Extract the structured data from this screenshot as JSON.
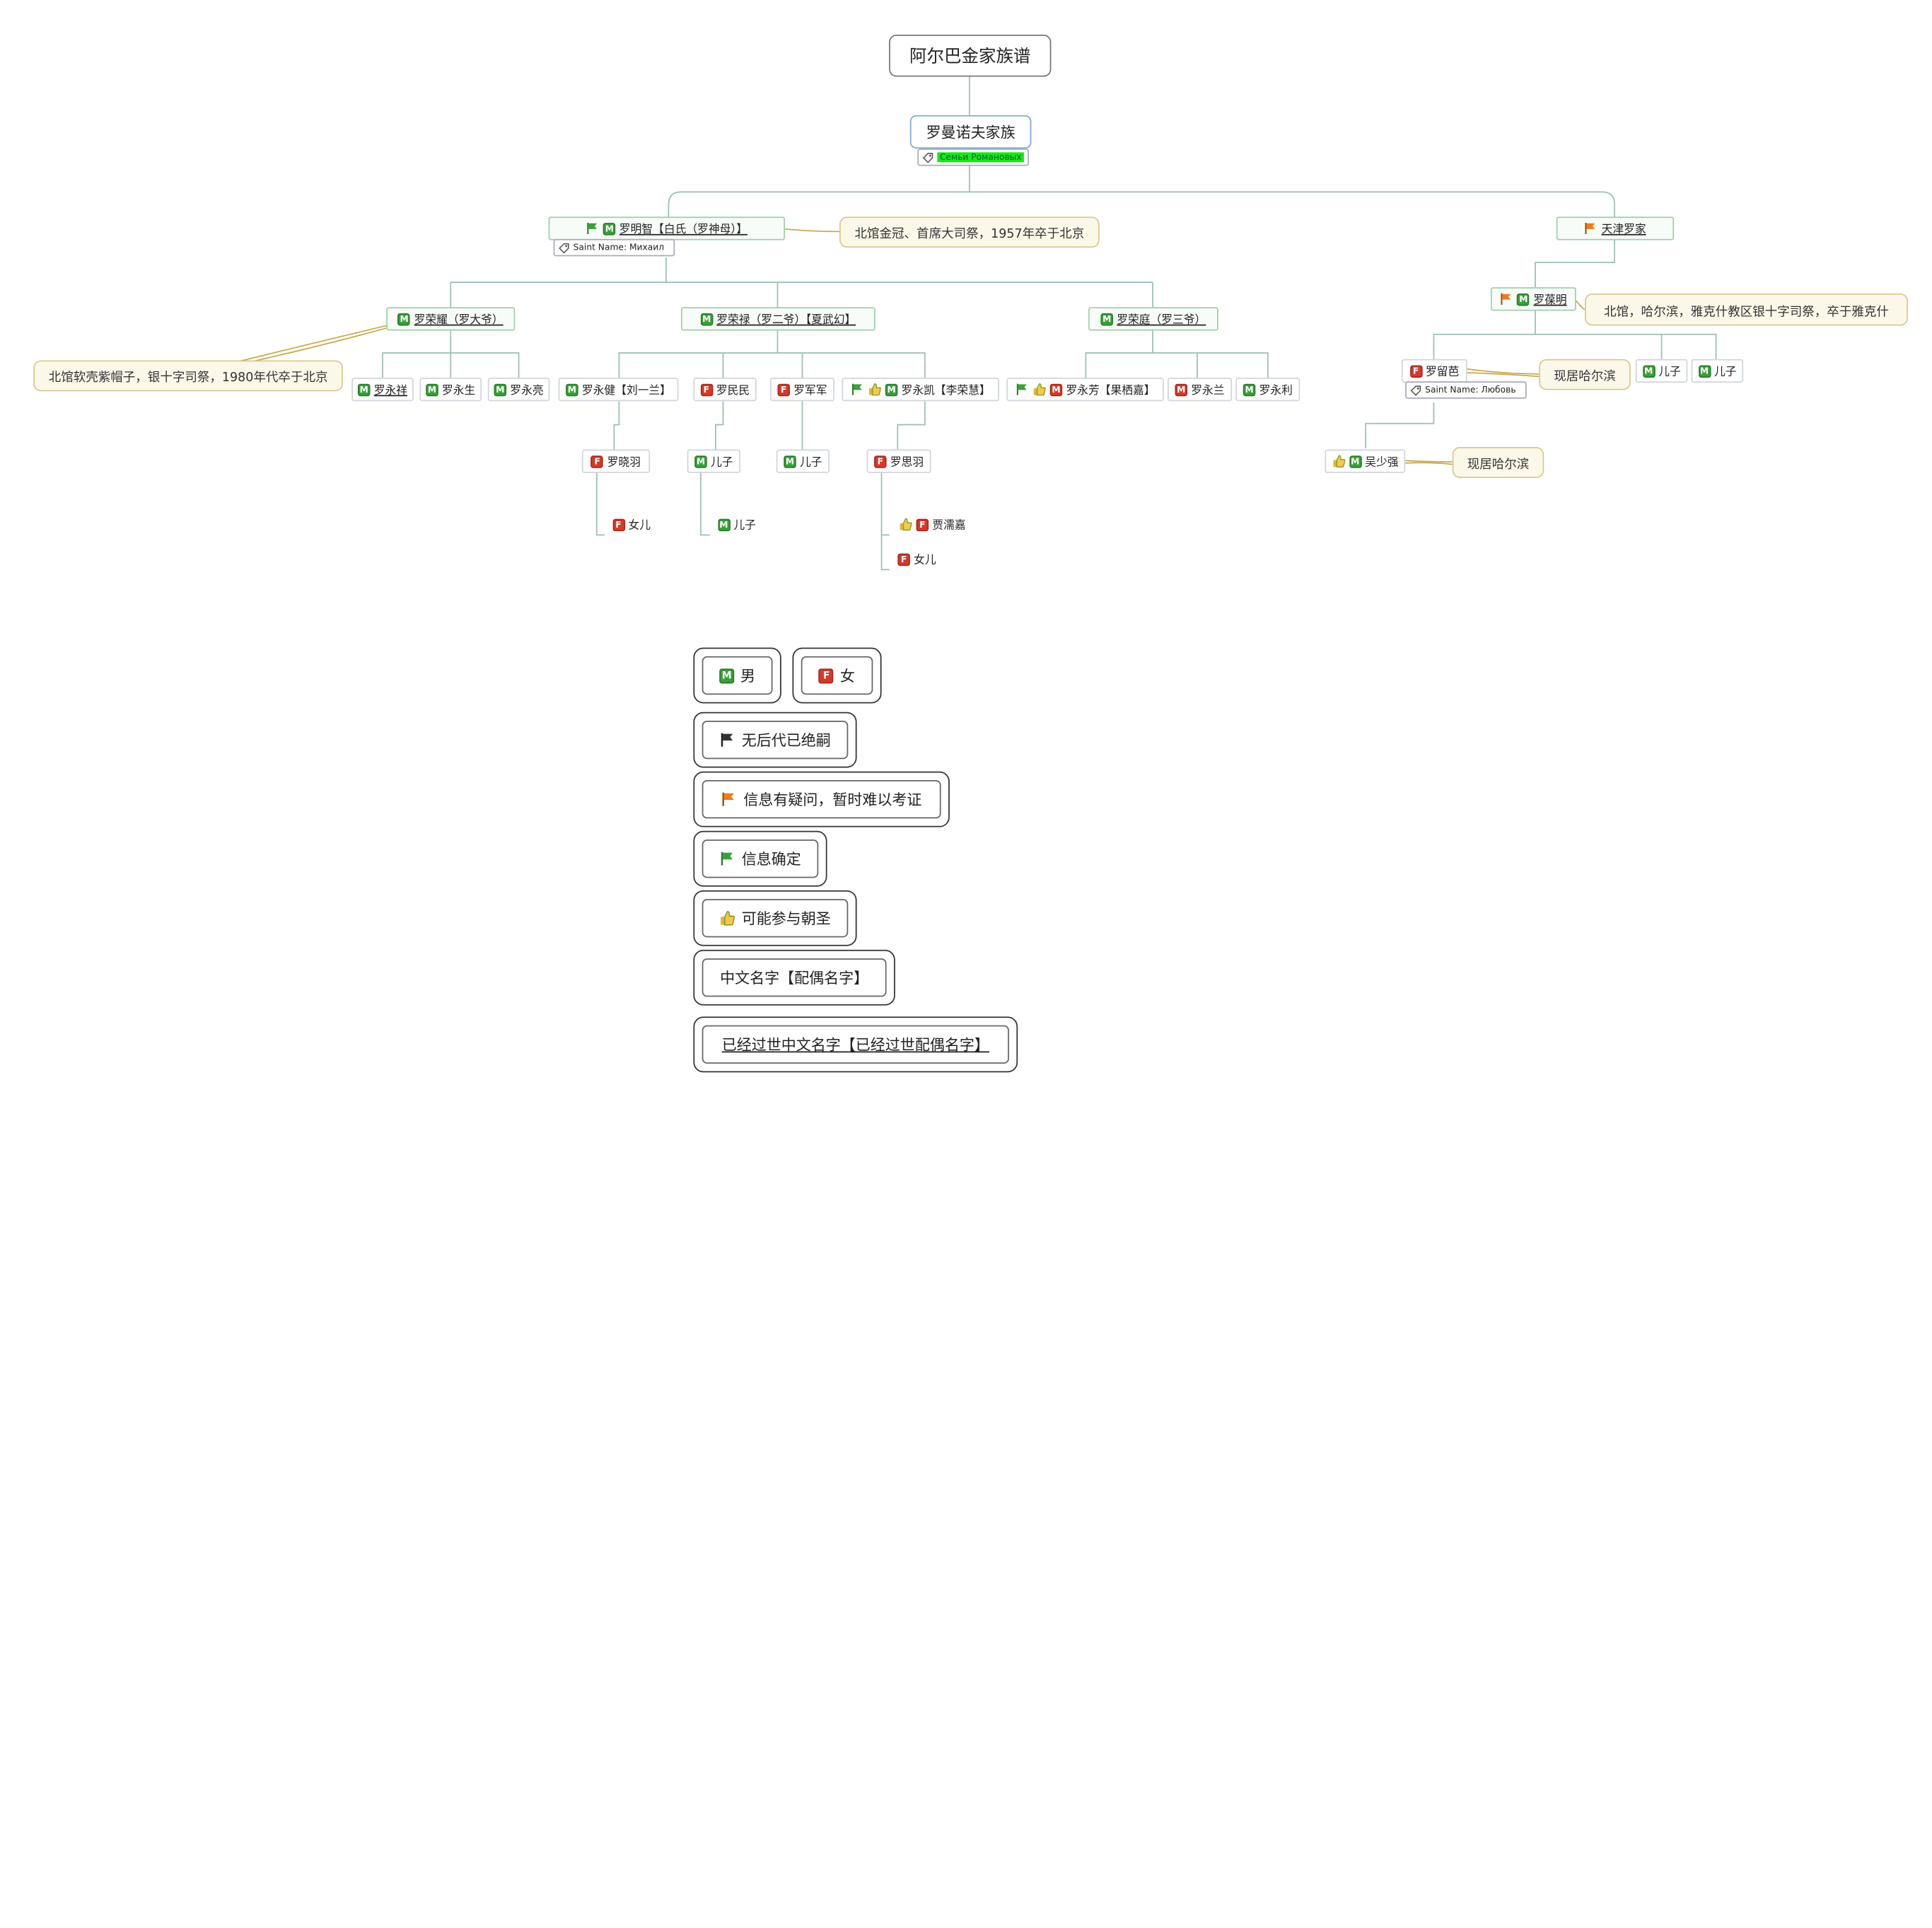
{
  "root": {
    "label": "阿尔巴金家族谱"
  },
  "main_branch": {
    "label": "罗曼诺夫家族",
    "tag": "Семьи Романовых"
  },
  "patriarch": {
    "label": "罗明智【白氏（罗神母）】",
    "gender": "M",
    "flag": "green",
    "saint": "Saint Name: Михаил",
    "note": "北馆金冠、首席大司祭，1957年卒于北京"
  },
  "tianjin": {
    "label": "天津罗家",
    "flag": "orange"
  },
  "lao_da": {
    "label": "罗荣耀（罗大爷）",
    "gender": "M",
    "note": "北馆软壳紫帽子，银十字司祭，1980年代卒于北京",
    "children": [
      "罗永祥",
      "罗永生",
      "罗永亮"
    ]
  },
  "lao_er": {
    "label": "罗荣禄（罗二爷）【夏武幻】",
    "gender": "M",
    "children": {
      "yongjian": "罗永健【刘一兰】",
      "minmin": "罗民民",
      "junjun": "罗军军",
      "yongkai": "罗永凯【李荣慧】",
      "xiaoyu": "罗晓羽",
      "son1": "儿子",
      "son2": "儿子",
      "siyu": "罗思羽",
      "daughter1": "女儿",
      "son3": "儿子",
      "jia": "贾濡嘉",
      "daughter2": "女儿"
    }
  },
  "lao_san": {
    "label": "罗荣庭（罗三爷）",
    "gender": "M",
    "children": [
      "罗永芳【果栖嘉】",
      "罗永兰",
      "罗永利"
    ]
  },
  "baoming": {
    "label": "罗葆明",
    "gender": "M",
    "flag": "orange",
    "note": "北馆，哈尔滨，雅克什教区银十字司祭，卒于雅克什"
  },
  "liuyi": {
    "label": "罗留芭",
    "gender": "F",
    "saint": "Saint Name: Любовь",
    "note": "现居哈尔滨"
  },
  "baoming_sons": [
    "儿子",
    "儿子"
  ],
  "wu": {
    "label": "吴少强",
    "gender": "M",
    "note": "现居哈尔滨"
  },
  "legend": {
    "male": "男",
    "female": "女",
    "extinct": "无后代已绝嗣",
    "doubtful": "信息有疑问，暂时难以考证",
    "confirmed": "信息确定",
    "pilgrim": "可能参与朝圣",
    "living_name": "中文名字【配偶名字】",
    "dead_name": "已经过世中文名字【已经过世配偶名字】"
  },
  "colors": {
    "male": "#3aa03a",
    "female": "#d63a2a",
    "flag_green": "#3aa03a",
    "flag_orange": "#f07d1a",
    "flag_black": "#333333",
    "connector": "#9bbfb3",
    "callout_line": "#c9a94a"
  }
}
